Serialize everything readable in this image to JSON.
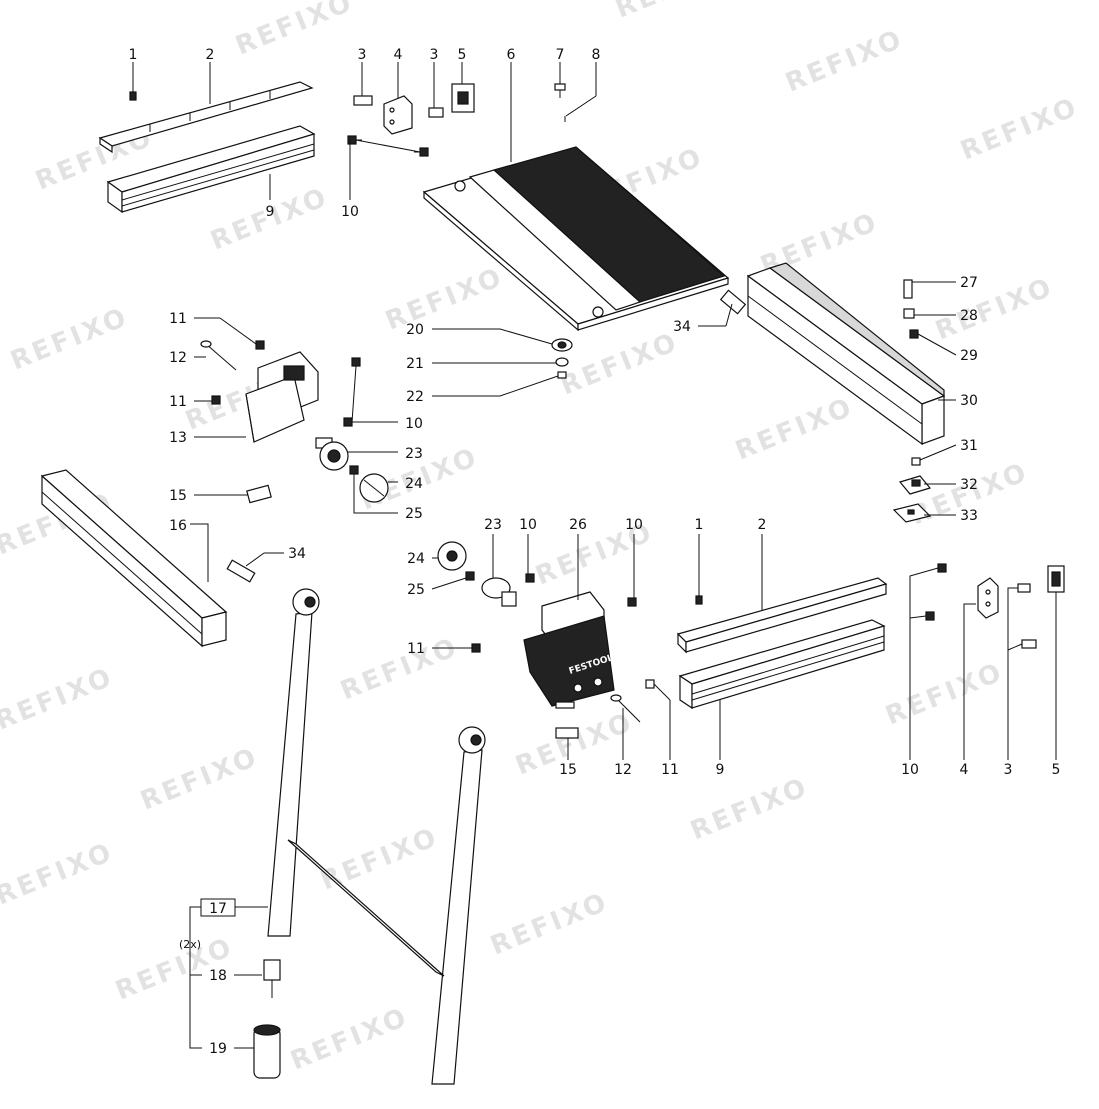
{
  "watermark": "REFIXO",
  "brand_text": "FESTOOL",
  "quantity_note": "(2x)",
  "callouts": {
    "c1a": "1",
    "c2a": "2",
    "c3a": "3",
    "c4a": "4",
    "c3b": "3",
    "c5a": "5",
    "c6": "6",
    "c7": "7",
    "c8": "8",
    "c9a": "9",
    "c10a": "10",
    "c11a": "11",
    "c12a": "12",
    "c11b": "11",
    "c13": "13",
    "c20": "20",
    "c21": "21",
    "c22": "22",
    "c10b": "10",
    "c23a": "23",
    "c24a": "24",
    "c25a": "25",
    "c15a": "15",
    "c16": "16",
    "c34a": "34",
    "c34b": "34",
    "c27": "27",
    "c28": "28",
    "c29": "29",
    "c30": "30",
    "c31": "31",
    "c32": "32",
    "c33": "33",
    "c23b": "23",
    "c10c": "10",
    "c26": "26",
    "c10d": "10",
    "c1b": "1",
    "c2b": "2",
    "c24b": "24",
    "c25b": "25",
    "c11c": "11",
    "c15b": "15",
    "c12b": "12",
    "c11d": "11",
    "c9b": "9",
    "c10e": "10",
    "c4b": "4",
    "c3c": "3",
    "c5b": "5",
    "c17": "17",
    "c18": "18",
    "c19": "19"
  }
}
